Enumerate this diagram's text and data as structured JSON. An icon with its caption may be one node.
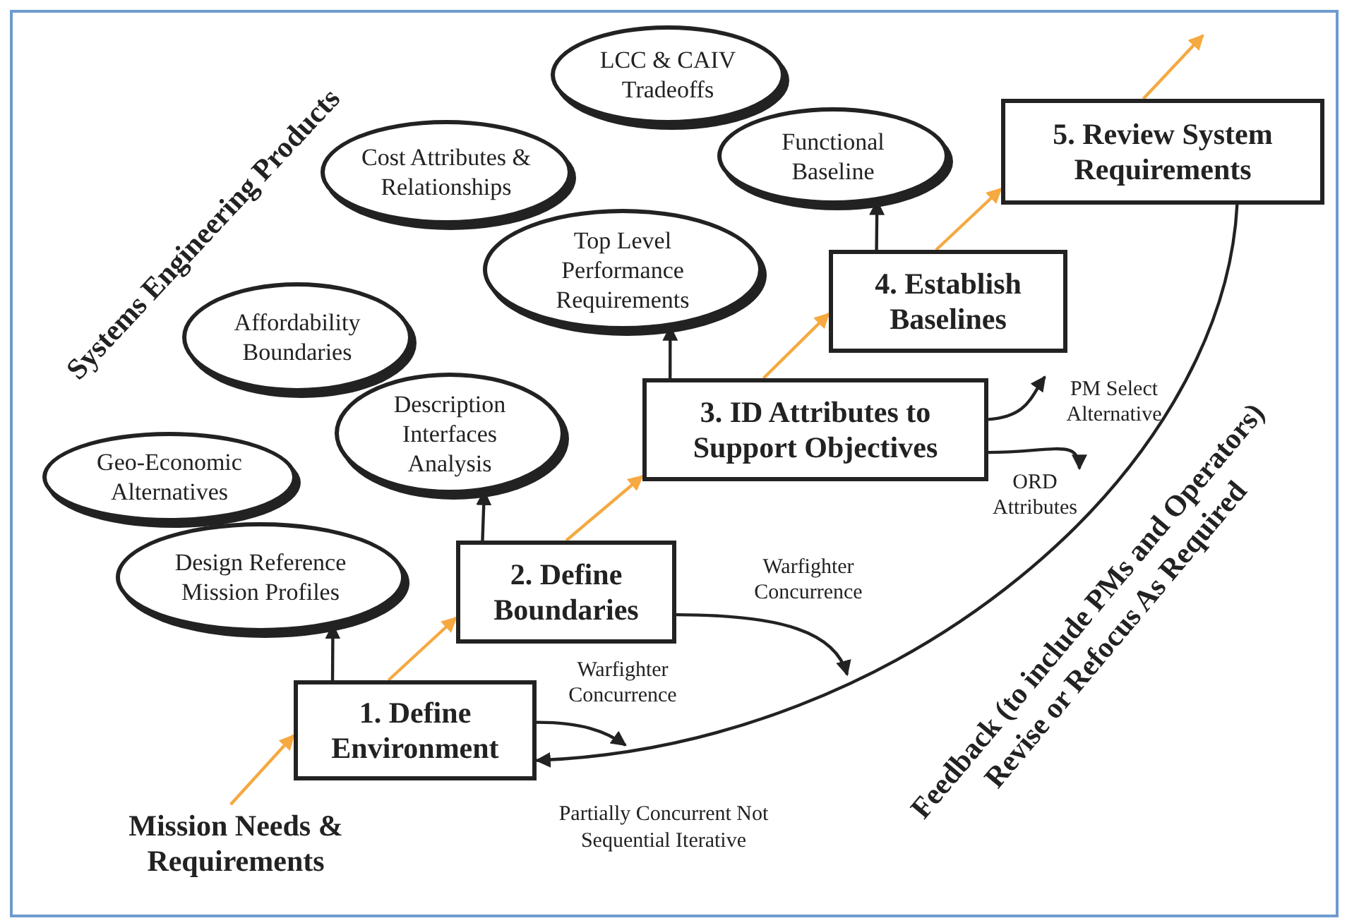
{
  "diagram": {
    "nodes": [
      {
        "text": [
          "Mission Needs & Requirements"
        ]
      },
      {
        "text": [
          "1. Define Environment"
        ]
      },
      {
        "text": [
          "2. Define Boundaries"
        ]
      },
      {
        "text": [
          "3. ID Attributes to Support Objectives"
        ]
      },
      {
        "text": [
          "4. Establish Baselines"
        ]
      },
      {
        "text": [
          "5. Review System Requirements"
        ]
      },
      {
        "text": [
          "Design Reference Mission Profiles"
        ]
      },
      {
        "text": [
          "Geo-Economic Alternatives"
        ]
      },
      {
        "text": [
          "Description Interfaces Analysis"
        ]
      },
      {
        "text": [
          "Affordability Boundaries"
        ]
      },
      {
        "text": [
          "Top Level Performance Requirements"
        ]
      },
      {
        "text": [
          "Cost Attributes & Relationships"
        ]
      },
      {
        "text": [
          "Functional Baseline"
        ]
      },
      {
        "text": [
          "LCC & CAIV Tradeoffs"
        ]
      },
      {
        "text": [
          "PM Select Alternative"
        ]
      },
      {
        "text": [
          "ORD Attributes"
        ]
      }
    ],
    "edges": [
      {
        "from": 0,
        "to": 1,
        "arrow": "to",
        "color": "#f5a940"
      },
      {
        "from": 1,
        "to": 6,
        "arrow": "to"
      },
      {
        "from": 1,
        "to": 2,
        "arrow": "to",
        "color": "#f5a940"
      },
      {
        "from": 2,
        "to": 8,
        "arrow": "to"
      },
      {
        "from": 2,
        "to": 3,
        "arrow": "to",
        "color": "#f5a940"
      },
      {
        "from": 3,
        "to": 10,
        "arrow": "to"
      },
      {
        "from": 3,
        "to": 4,
        "arrow": "to",
        "color": "#f5a940"
      },
      {
        "from": 4,
        "to": 12,
        "arrow": "to"
      },
      {
        "from": 4,
        "to": 5,
        "arrow": "to",
        "color": "#f5a940"
      },
      {
        "from": 5,
        "to": null,
        "arrow": "to",
        "color": "#f5a940"
      },
      {
        "from": 3,
        "to": 14,
        "arrow": "to"
      },
      {
        "from": 3,
        "to": 15,
        "arrow": "to"
      },
      {
        "from": 1,
        "to": null,
        "arrow": "to",
        "label": "Warfighter Concurrence"
      },
      {
        "from": 2,
        "to": null,
        "arrow": "to",
        "label": "Warfighter Concurrence"
      },
      {
        "from": 5,
        "to": 1,
        "arrow": "to"
      }
    ],
    "labels": [
      "Systems Engineering Products",
      "Partially Concurrent Not Sequential Iterative",
      "Feedback (to include PMs and Operators) Revise or Refocus As Required"
    ]
  }
}
